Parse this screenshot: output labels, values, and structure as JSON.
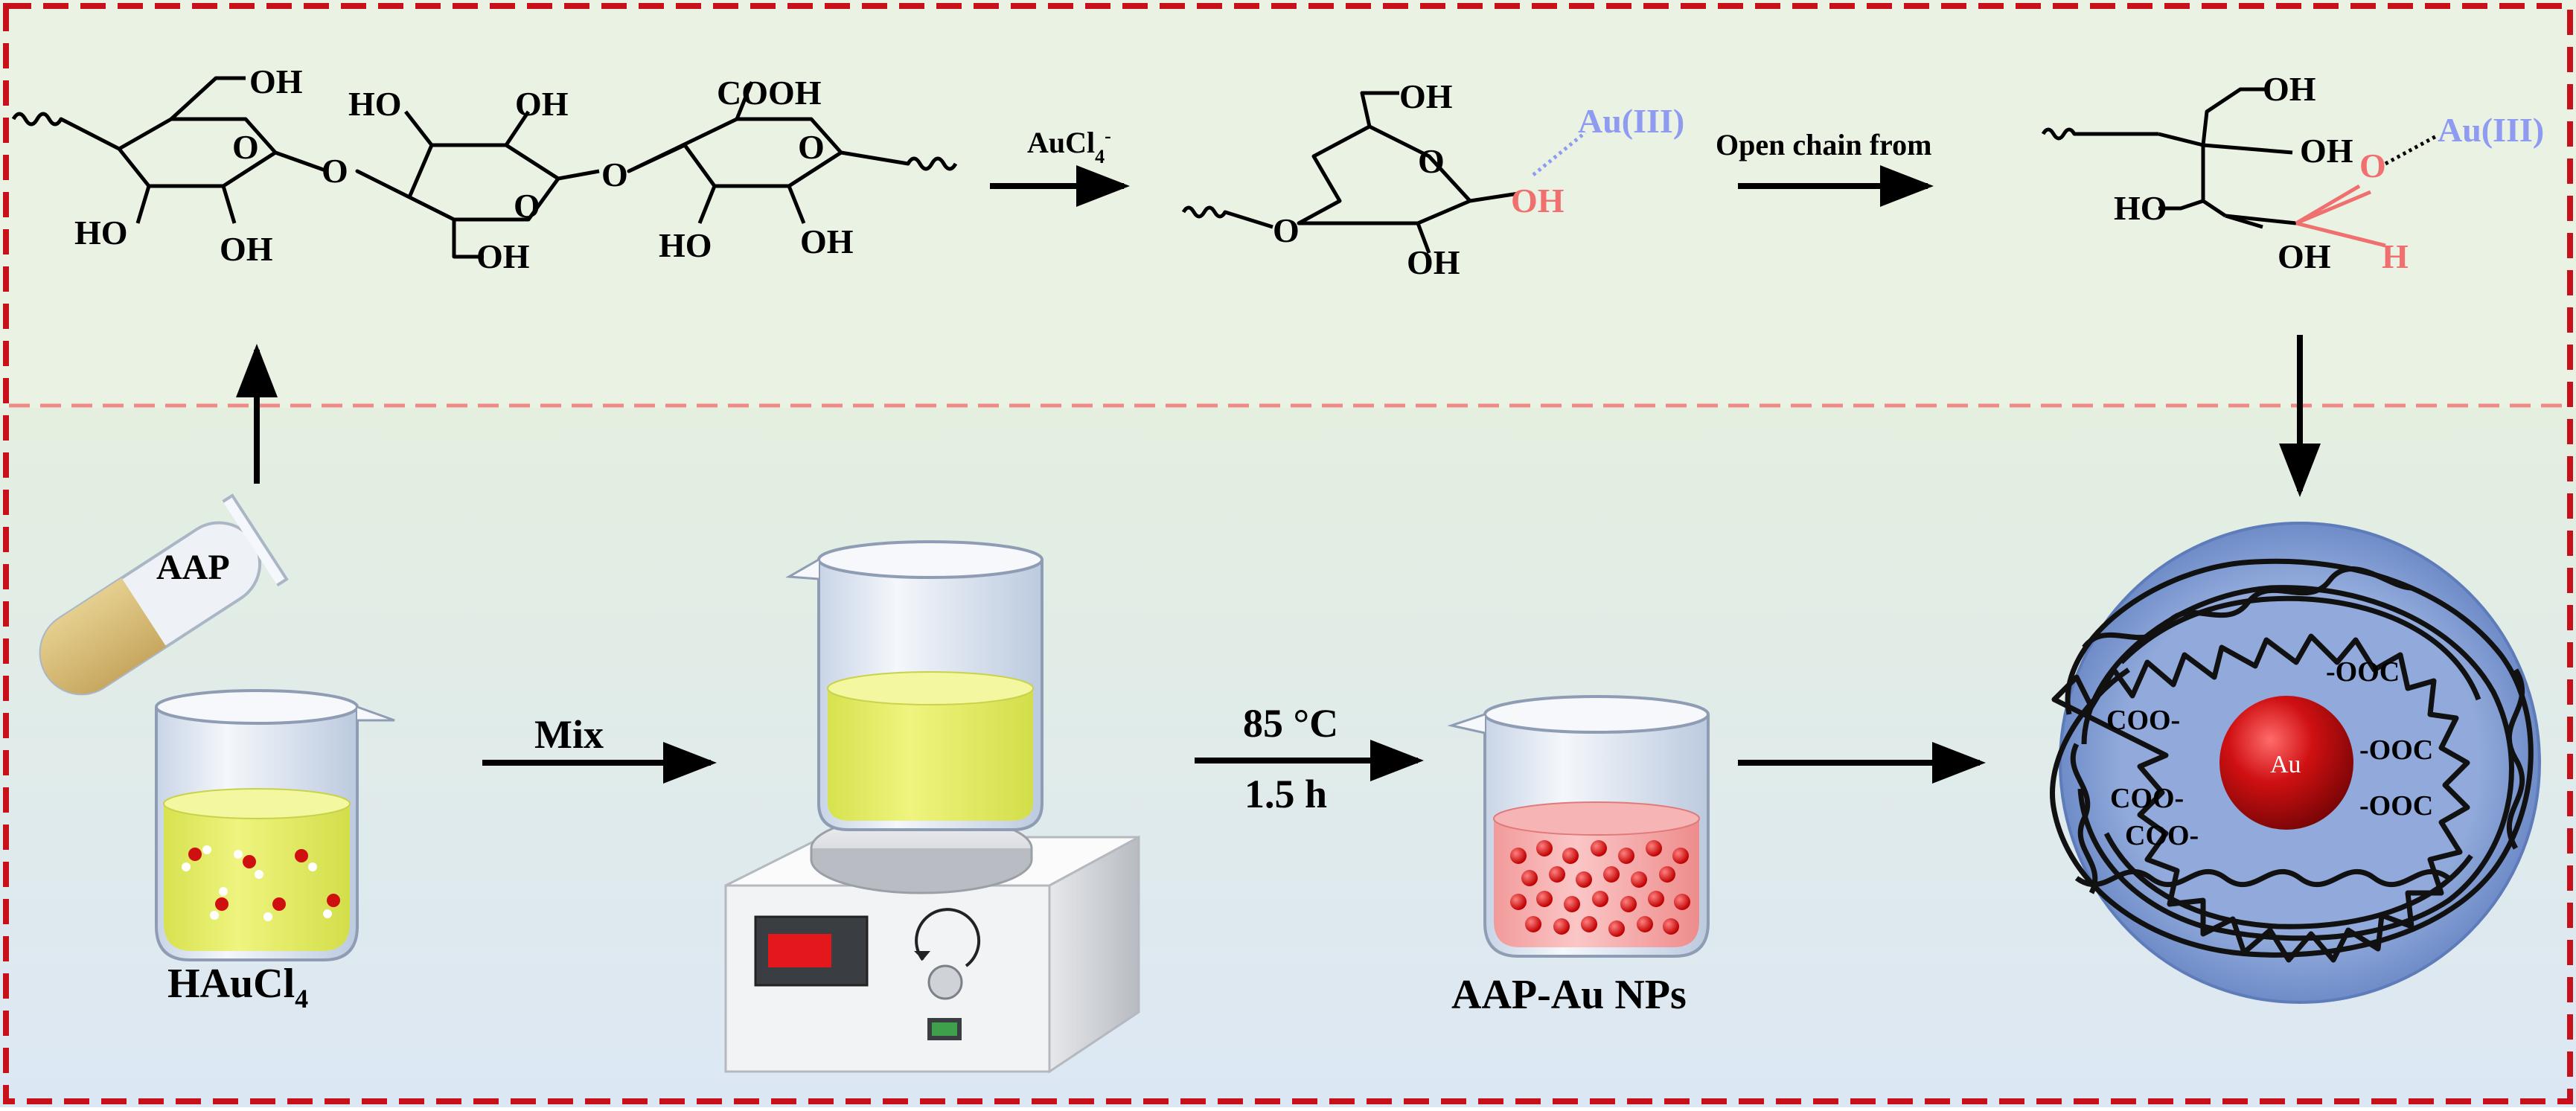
{
  "colors": {
    "panel_top": "#eaf2e3",
    "panel_bottom_top": "#e3efe2",
    "panel_bottom_bottom": "#dde8f3",
    "frame": "#c8101a",
    "divider": "#f08a86",
    "au_label": "#8f9bf0",
    "highlight": "#f07070",
    "nanoparticle_shell": "#8ea7d8",
    "au_core": "#cc0e10",
    "red_solution": "#f08a8a",
    "yellow_solution": "#e6ef6e"
  },
  "labels": {
    "aucl4": "AuCl",
    "aucl4_sub": "4",
    "aucl4_sup": "-",
    "open_chain": "Open chain from",
    "mix": "Mix",
    "temp": "85 °C",
    "time": "1.5 h",
    "aap": "AAP",
    "haucl4": "HAuCl",
    "haucl4_sub": "4",
    "product": "AAP-Au NPs",
    "au_core": "Au"
  },
  "molecules": {
    "polysaccharide": {
      "ring1": [
        "OH",
        "O",
        "HO",
        "OH"
      ],
      "ring2": [
        "HO",
        "OH",
        "O",
        "OH"
      ],
      "ring3": [
        "COOH",
        "O",
        "HO",
        "OH"
      ],
      "bridge_o": [
        "O",
        "O"
      ]
    },
    "complex": {
      "oh_top": "OH",
      "ring_o": "O",
      "oh_bottom": "OH",
      "oh_anomeric": "OH",
      "bridge_o": "O",
      "metal": "Au(III)"
    },
    "open_chain": {
      "oh_top": "OH",
      "oh_mid": "OH",
      "ho_left": "HO",
      "oh_bottom": "OH",
      "carbonyl_o": "O",
      "aldehyde_h": "H",
      "metal": "Au(III)"
    }
  },
  "nanoparticle": {
    "groups": [
      "COO-",
      "COO-",
      "COO-",
      "-OOC",
      "-OOC",
      "-OOC"
    ]
  }
}
